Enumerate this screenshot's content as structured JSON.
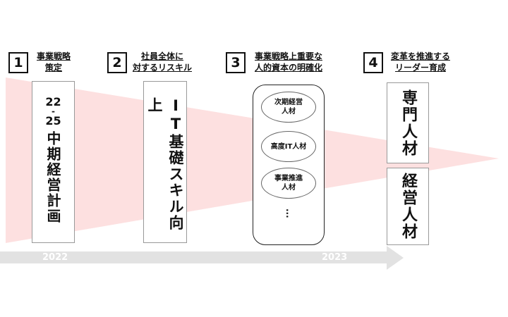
{
  "steps": [
    {
      "num": "1",
      "label_line1": "事業戦略",
      "label_line2": "策定"
    },
    {
      "num": "2",
      "label_line1": "社員全体に",
      "label_line2": "対するリスキル"
    },
    {
      "num": "3",
      "label_line1": "事業戦略上重要な",
      "label_line2": "人的資本の明確化"
    },
    {
      "num": "4",
      "label_line1": "変革を推進する",
      "label_line2": "リーダー育成"
    }
  ],
  "column1": {
    "years_top": "22",
    "dash": "-",
    "years_bottom": "25",
    "text": "中期経営計画"
  },
  "column2": {
    "text": "IT基礎スキル向上"
  },
  "column3": {
    "items": [
      "次期経営\n人材",
      "高度IT人材",
      "事業推進\n人材"
    ],
    "ellipsis": "..."
  },
  "column4": {
    "top": "専門人材",
    "bottom": "経営人材"
  },
  "timeline": {
    "start": "2022",
    "end": "2023"
  },
  "colors": {
    "wedge": "#fde0e0",
    "arrow": "#e2e2e2"
  }
}
